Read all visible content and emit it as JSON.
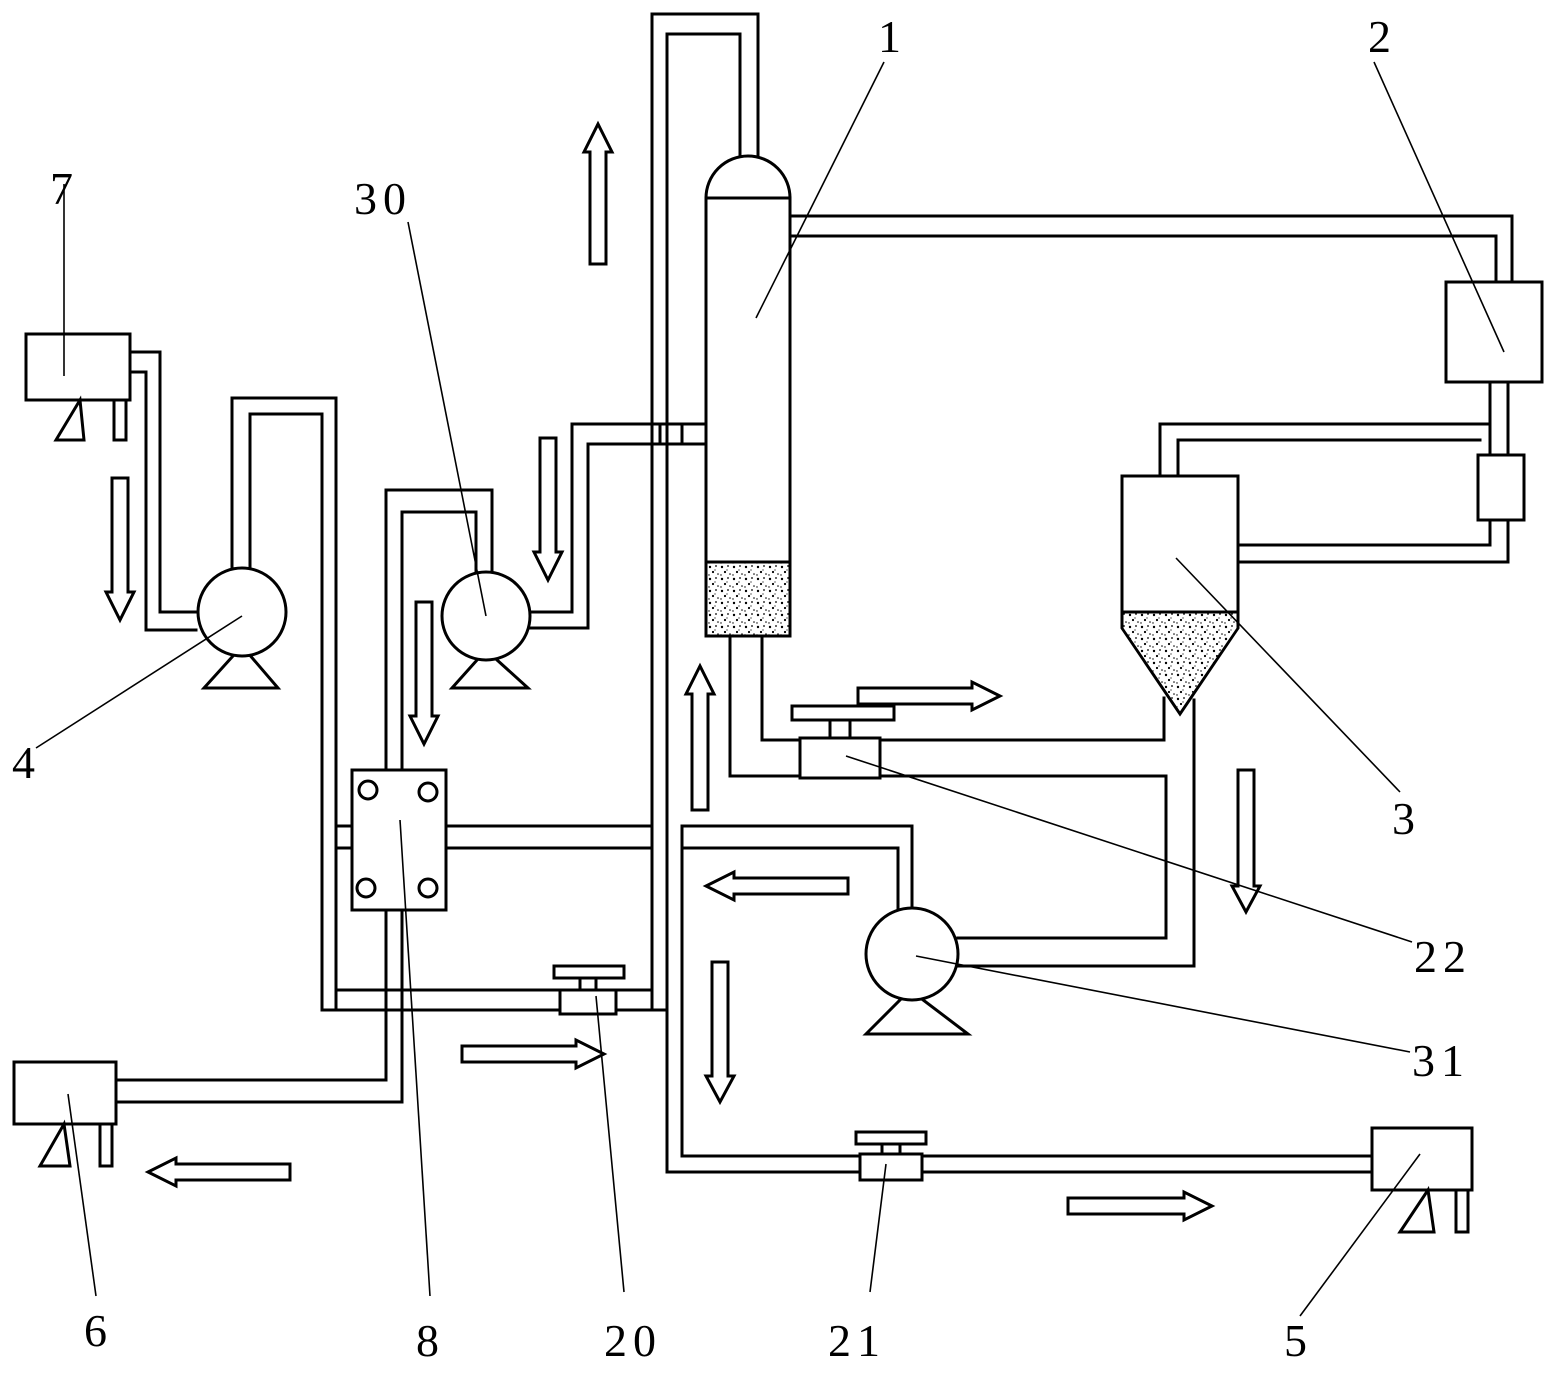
{
  "colors": {
    "line": "#000000",
    "background": "#ffffff"
  },
  "labels": {
    "l1": "1",
    "l2": "2",
    "l3": "3",
    "l4": "4",
    "l5": "5",
    "l6": "6",
    "l7": "7",
    "l8": "8",
    "l20": "20",
    "l21": "21",
    "l22": "22",
    "l30": "30",
    "l31": "31"
  }
}
